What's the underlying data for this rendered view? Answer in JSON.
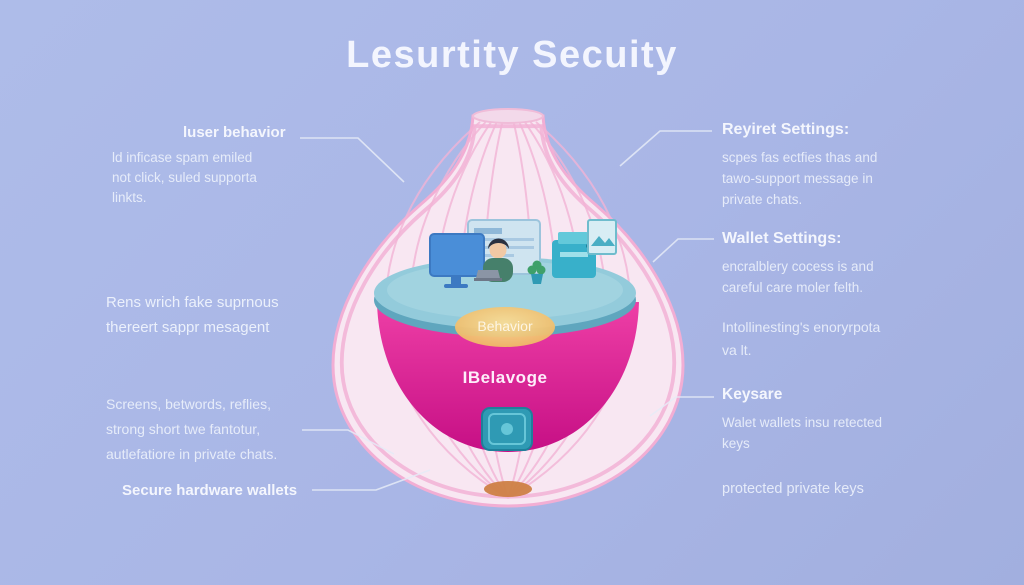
{
  "title": "Lesurtity Secuity",
  "center": {
    "badge_label": "Behavior",
    "bowl_label": "IBelavoge"
  },
  "left_labels": [
    {
      "heading": "luser behavior",
      "body": "ld inficase spam emiled\nnot click, suled supporta\nlinkts."
    },
    {
      "heading": "",
      "body": "Rens wrich fake suprnous\nthereert sappr mesagent"
    },
    {
      "heading": "",
      "body": "Screens, betwords, reflies,\nstrong short twe fantotur,\nautlefatiore in private chats."
    },
    {
      "heading": "Secure hardware wallets",
      "body": ""
    }
  ],
  "right_labels": [
    {
      "heading": "Reyiret Settings:",
      "body": "scpes fas ectfies thas and\ntawo-support message in\nprivate chats."
    },
    {
      "heading": "Wallet Settings:",
      "body": "encralblery cocess is and\ncareful care moler felth."
    },
    {
      "heading": "",
      "body": "Intollinesting's enoryrpota\nva lt."
    },
    {
      "heading": "Keysare",
      "body": "Walet wallets insu retected\nkeys"
    },
    {
      "heading": "",
      "body": "protected private keys"
    }
  ],
  "colors": {
    "background": "#a9b6e6",
    "onion_fill": "#f8e7f2",
    "onion_stroke": "#f2aed4",
    "layer_line": "#f2b4d6",
    "bowl_top": "#ee3fa6",
    "bowl_bottom": "#c60f85",
    "platform": "#93cbdb",
    "badge": "#f2c36b",
    "safe_icon": "#2f9ab4",
    "root": "#cd7f45",
    "text": "#eef2fc",
    "connector": "#e6ebf7"
  }
}
